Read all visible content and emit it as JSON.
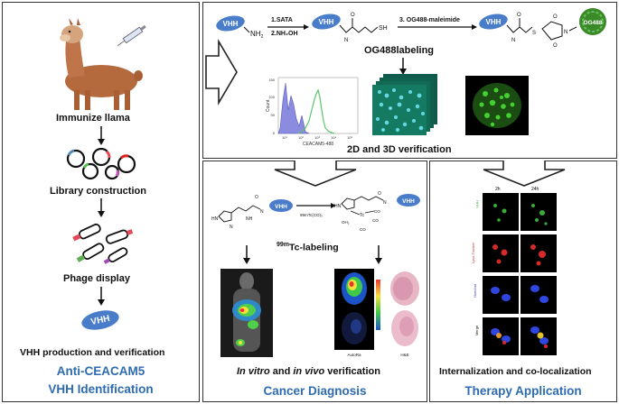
{
  "left_panel": {
    "step1": "Immunize llama",
    "step2": "Library construction",
    "step3": "Phage display",
    "step4": "VHH production  and verification",
    "vhh_label": "VHH",
    "title_line1": "Anti-CEACAM5",
    "title_line2": "VHH Identification"
  },
  "top_panel": {
    "vhh_label": "VHH",
    "nh2": "NH",
    "nh2_sub": "2",
    "reagent1a": "1.SATA",
    "reagent1b": "2.NH₂OH",
    "sh": "SH",
    "reagent2": "3. OG488-maleimide",
    "og488": "OG488",
    "labeling": "OG488labeling",
    "verification": "2D and 3D verification",
    "histogram_xlabel": "CEACAM5-488",
    "histogram_ylabel": "Count",
    "histogram_yticks": [
      "0",
      "50",
      "100",
      "150"
    ],
    "histogram_xticks": [
      "10¹",
      "10²",
      "10³",
      "10⁴",
      "10⁵"
    ]
  },
  "middle_panel": {
    "vhh_label": "VHH",
    "reagent": "99mTc(CO)₃",
    "label_sup": "99m",
    "label_main": "Tc-labeling",
    "verification_italic1": "In vitro",
    "verification_and": "and",
    "verification_italic2": "in vivo",
    "verification_rest": "verification",
    "title": "Cancer Diagnosis",
    "autorad_label": "AutoRa",
    "he_label": "H&E"
  },
  "right_panel": {
    "col1": "2h",
    "col2": "24h",
    "rows": [
      "VHH",
      "Lyso-Tracker",
      "Hoechst",
      "Merge"
    ],
    "caption": "Internalization  and  co-localization",
    "title": "Therapy Application"
  },
  "colors": {
    "title_blue": "#2e6bb0",
    "vhh_blue": "#4a7dc9",
    "og488_green": "#3a8a2a",
    "histogram_fill": "#8b8be0",
    "histogram_line": "#5cc46a"
  }
}
